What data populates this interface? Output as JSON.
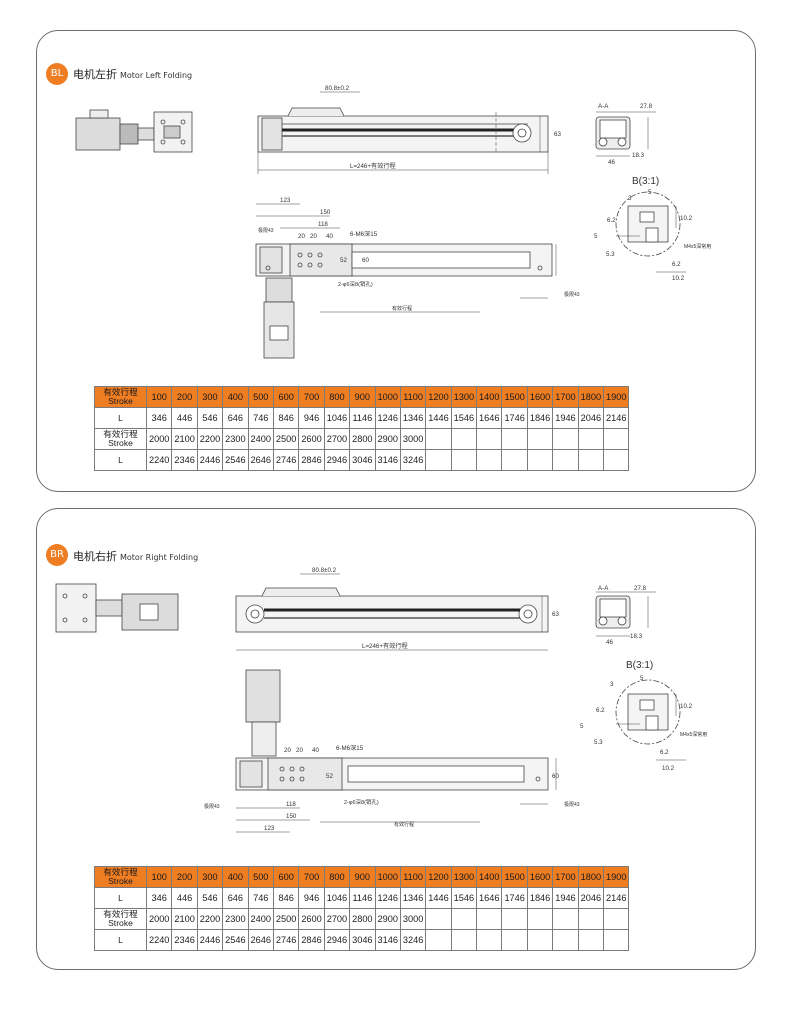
{
  "accent_color": "#ef7d22",
  "sections": {
    "bl": {
      "badge": "BL",
      "title_cn": "电机左折",
      "title_en": "Motor Left Folding",
      "dims": {
        "d80": "80.8±0.2",
        "h63": "63",
        "len": "L=246+有效行程",
        "aa": "A-A",
        "w278": "27.8",
        "w46": "46",
        "w183": "18.3",
        "bdet": "B(3:1)",
        "d3": "3",
        "d5": "5",
        "d62": "6.2",
        "d102": "10.2",
        "d5b": "5",
        "d53": "5.3",
        "d62b": "6.2",
        "d102b": "10.2",
        "d123": "123",
        "d150": "150",
        "d118": "118",
        "d20a": "20",
        "d20b": "20",
        "d40": "40",
        "m6": "6-M6深15",
        "d52": "52",
        "d60": "60",
        "pin": "2-φ6深8(销孔)",
        "lim_l": "极限43",
        "lim_r": "极限43",
        "stroke": "有效行程",
        "m4": "M4x5深常用"
      }
    },
    "br": {
      "badge": "BR",
      "title_cn": "电机右折",
      "title_en": "Motor Right Folding",
      "dims": {
        "d80": "80.8±0.2",
        "h63": "63",
        "len": "L=246+有效行程",
        "aa": "A-A",
        "w278": "27.8",
        "w46": "46",
        "w183": "18.3",
        "bdet": "B(3:1)",
        "d3": "3",
        "d5": "5",
        "d62": "6.2",
        "d102": "10.2",
        "d5b": "5",
        "d53": "5.3",
        "d62b": "6.2",
        "d102b": "10.2",
        "d123": "123",
        "d150": "150",
        "d118": "118",
        "d20a": "20",
        "d20b": "20",
        "d40": "40",
        "m6": "6-M6深15",
        "d52": "52",
        "d60": "60",
        "pin": "2-φ6深8(销孔)",
        "lim_l": "极限43",
        "lim_r": "极限43",
        "stroke": "有效行程",
        "m4": "M4x5深常用"
      }
    }
  },
  "table": {
    "header_cn": "有效行程",
    "header_en": "Stroke",
    "l_label": "L",
    "stroke_row1": [
      "100",
      "200",
      "300",
      "400",
      "500",
      "600",
      "700",
      "800",
      "900",
      "1000",
      "1100",
      "1200",
      "1300",
      "1400",
      "1500",
      "1600",
      "1700",
      "1800",
      "1900"
    ],
    "l_row1": [
      "346",
      "446",
      "546",
      "646",
      "746",
      "846",
      "946",
      "1046",
      "1146",
      "1246",
      "1346",
      "1446",
      "1546",
      "1646",
      "1746",
      "1846",
      "1946",
      "2046",
      "2146"
    ],
    "stroke_row2": [
      "2000",
      "2100",
      "2200",
      "2300",
      "2400",
      "2500",
      "2600",
      "2700",
      "2800",
      "2900",
      "3000",
      "",
      "",
      "",
      "",
      "",
      "",
      "",
      ""
    ],
    "l_row2": [
      "2240",
      "2346",
      "2446",
      "2546",
      "2646",
      "2746",
      "2846",
      "2946",
      "3046",
      "3146",
      "3246",
      "",
      "",
      "",
      "",
      "",
      "",
      "",
      ""
    ]
  }
}
